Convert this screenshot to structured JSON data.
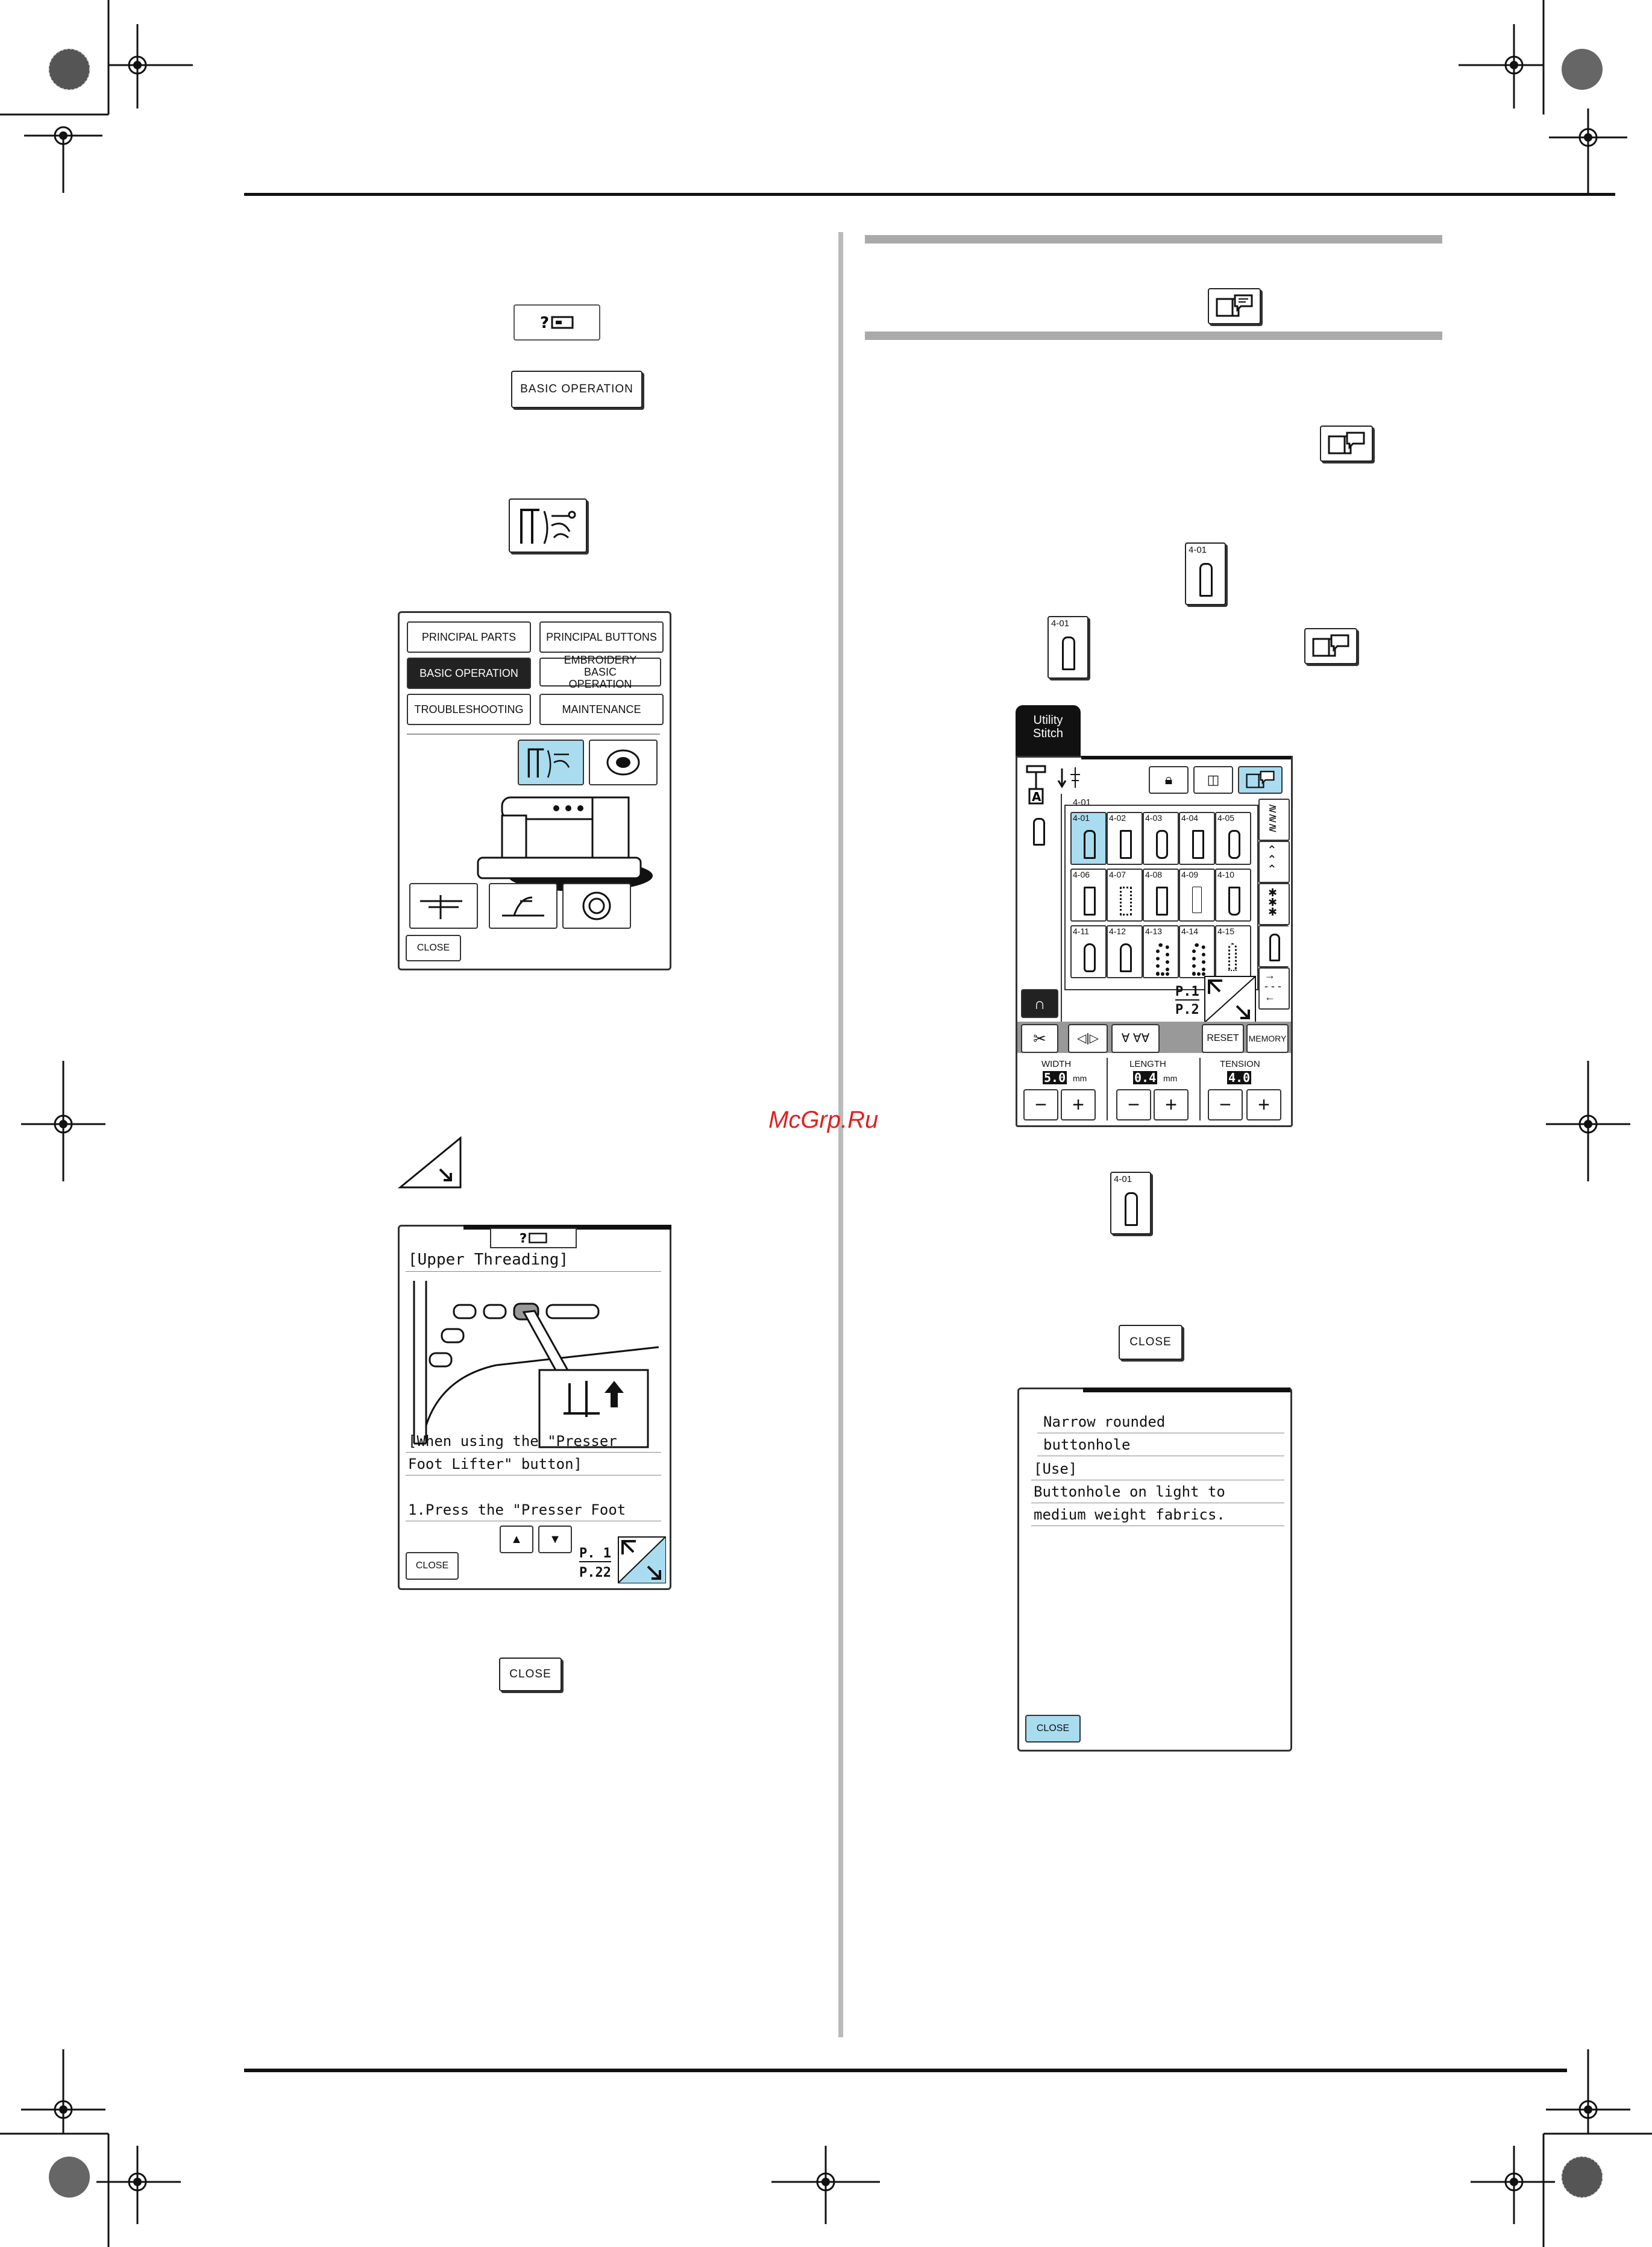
{
  "watermark": "McGrp.Ru",
  "help_icon_button": {
    "icon": "help-machine-icon"
  },
  "basic_operation_button": {
    "label": "BASIC OPERATION"
  },
  "threading_icon_button": {
    "icon": "threading-icon"
  },
  "help_menu_panel": {
    "buttons": [
      "PRINCIPAL PARTS",
      "PRINCIPAL BUTTONS",
      "BASIC OPERATION",
      "EMBROIDERY BASIC OPERATION",
      "TROUBLESHOOTING",
      "MAINTENANCE"
    ],
    "close": "CLOSE"
  },
  "page_arrow_button": {
    "icon": "next-page-arrow-icon"
  },
  "threading_panel": {
    "title": "[Upper Threading]",
    "text1": "[When using the \"Presser",
    "text2": "Foot Lifter\" button]",
    "text3": "1.Press the \"Presser Foot",
    "close": "CLOSE",
    "page_current": "P. 1",
    "page_total": "P.22"
  },
  "close_button_left": {
    "label": "CLOSE"
  },
  "explain_icon_header": {
    "icon": "stitch-explanation-icon"
  },
  "explain_icon_text": {
    "icon": "stitch-explanation-icon"
  },
  "stitch_key_a": {
    "label": "4-01"
  },
  "stitch_key_b": {
    "label": "4-01"
  },
  "explain_icon_b": {
    "icon": "stitch-explanation-icon"
  },
  "utility_panel": {
    "tab": "Utility Stitch",
    "selected_number": "4-01",
    "stitches": [
      "4-01",
      "4-02",
      "4-03",
      "4-04",
      "4-05",
      "4-06",
      "4-07",
      "4-08",
      "4-09",
      "4-10",
      "4-11",
      "4-12",
      "4-13",
      "4-14",
      "4-15"
    ],
    "page_current": "P.1",
    "page_total": "P.2",
    "reset": "RESET",
    "memory": "MEMORY",
    "width_label": "WIDTH",
    "width_value": "5.0",
    "width_unit": "mm",
    "length_label": "LENGTH",
    "length_value": "0.4",
    "length_unit": "mm",
    "tension_label": "TENSION",
    "tension_value": "4.0"
  },
  "stitch_key_c": {
    "label": "4-01"
  },
  "close_button_right": {
    "label": "CLOSE"
  },
  "description_panel": {
    "line1": "Narrow rounded",
    "line2": "buttonhole",
    "line3": "[Use]",
    "line4": "Buttonhole on light to",
    "line5": "medium weight fabrics.",
    "close": "CLOSE"
  }
}
